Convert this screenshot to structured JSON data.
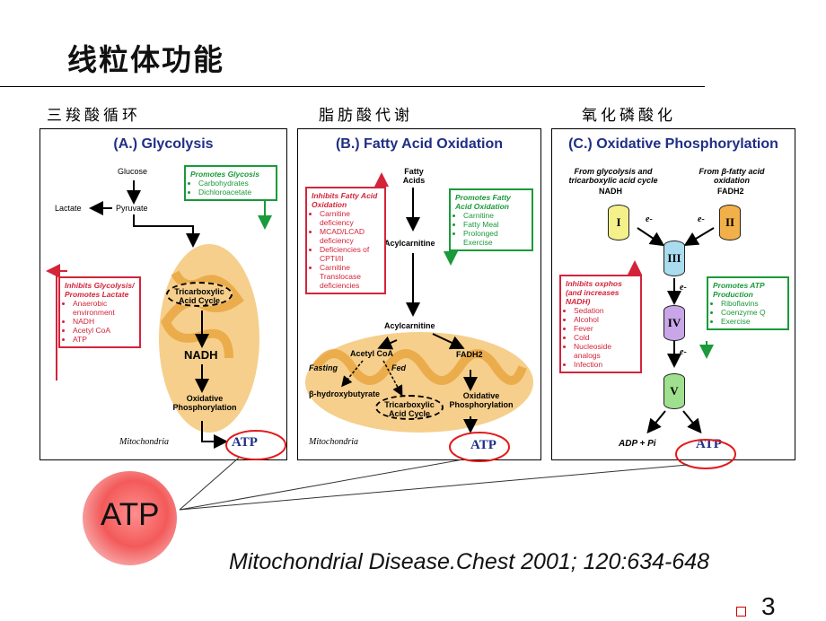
{
  "page": {
    "title": "线粒体功能",
    "citation": "Mitochondrial Disease.Chest 2001; 120:634-648",
    "page_number": "3",
    "big_atp": "ATP"
  },
  "columns": {
    "a": "三羧酸循环",
    "b": "脂肪酸代谢",
    "c": "氧化磷酸化"
  },
  "panel_a": {
    "title": "(A.) Glycolysis",
    "glucose": "Glucose",
    "lactate": "Lactate",
    "pyruvate": "Pyruvate",
    "promotes_title": "Promotes Glycosis",
    "promotes_items": [
      "Carbohydrates",
      "Dichloroacetate"
    ],
    "inhibits_title": "Inhibits Glycolysis/ Promotes Lactate",
    "inhibits_items": [
      "Anaerobic environment",
      "NADH",
      "Acetyl CoA",
      "ATP"
    ],
    "tca": "Tricarboxylic Acid Cycle",
    "nadh": "NADH",
    "oxphos": "Oxidative Phosphorylation",
    "mito": "Mitochondria",
    "atp": "ATP"
  },
  "panel_b": {
    "title": "(B.) Fatty Acid Oxidation",
    "fatty_acids": "Fatty Acids",
    "acylcarnitine": "Acylcarnitine",
    "inhibits_title": "Inhibits Fatty Acid Oxidation",
    "inhibits_items": [
      "Carnitine deficiency",
      "MCAD/LCAD deficiency",
      "Deficiencies of CPTI/II",
      "Carnitine Translocase deficiencies"
    ],
    "promotes_title": "Promotes Fatty Acid Oxidation",
    "promotes_items": [
      "Carnitine",
      "Fatty Meal",
      "Prolonged Exercise"
    ],
    "acylcarnitine2": "Acylcarnitine",
    "acetyl_coa": "Acetyl CoA",
    "fadh2": "FADH2",
    "fasting": "Fasting",
    "fed": "Fed",
    "hydroxybutyrate": "β-hydroxybutyrate",
    "tca": "Tricarboxylic Acid Cycle",
    "oxphos": "Oxidative Phosphorylation",
    "mito": "Mitochondria",
    "atp": "ATP"
  },
  "panel_c": {
    "title": "(C.) Oxidative Phosphorylation",
    "from_glycolysis": "From glycolysis and tricarboxylic acid cycle",
    "nadh": "NADH",
    "from_fatty": "From β-fatty acid oxidation",
    "fadh2": "FADH2",
    "complexes": [
      "I",
      "II",
      "III",
      "IV",
      "V"
    ],
    "electron": "e-",
    "inhibits_title": "Inhibits oxphos (and increases NADH)",
    "inhibits_items": [
      "Sedation",
      "Alcohol",
      "Fever",
      "Cold",
      "Nucleoside analogs",
      "Infection"
    ],
    "promotes_title": "Promotes ATP Production",
    "promotes_items": [
      "Riboflavins",
      "Coenzyme Q",
      "Exercise"
    ],
    "adp": "ADP + Pi",
    "atp": "ATP"
  },
  "colors": {
    "green": "#1a9a3a",
    "red": "#d3243a",
    "navy": "#1f2f86",
    "mito": "#f6cf8c",
    "complex_I": "#f4f08a",
    "complex_II": "#f2b04a",
    "complex_III": "#a9dcef",
    "complex_IV": "#c9a6e8",
    "complex_V": "#9ee08e"
  }
}
